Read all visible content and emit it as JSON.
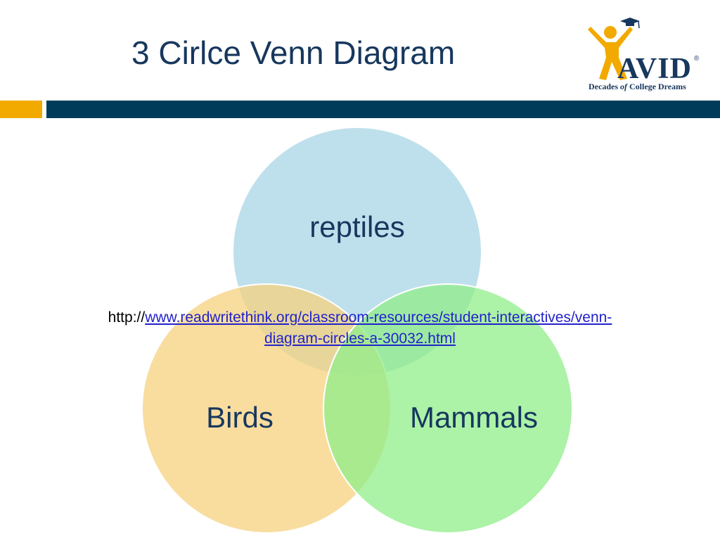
{
  "slide": {
    "title": "3 Cirlce Venn Diagram"
  },
  "logo": {
    "name": "AVID",
    "registered": "®",
    "tagline_before": "Decades ",
    "tagline_of": "of",
    "tagline_after": " College Dreams"
  },
  "venn": {
    "circles": [
      {
        "label": "reptiles",
        "color": "#a8d5e5"
      },
      {
        "label": "Birds",
        "color": "#f5d17f"
      },
      {
        "label": "Mammals",
        "color": "#90ee8a"
      }
    ]
  },
  "link": {
    "prefix": "http://",
    "line1": "www.readwritethink.org/classroom-resources/student-interactives/venn-",
    "line2": "diagram-circles-a-30032.html"
  },
  "colors": {
    "title": "#17375e",
    "bar_accent": "#f2a900",
    "bar_main": "#003c5a",
    "link": "#2222cc"
  }
}
